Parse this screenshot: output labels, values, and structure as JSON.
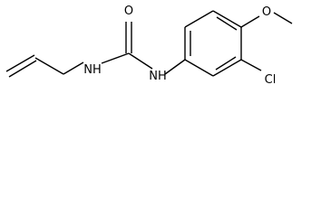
{
  "molecule": {
    "atoms": {
      "O_carbonyl": "O",
      "NH_allyl": "NH",
      "NH_aryl": "NH",
      "O_methoxy": "O",
      "Cl": "Cl"
    }
  },
  "colors": {
    "background": "#ffffff",
    "bond": "#000000",
    "label": "#000000"
  }
}
